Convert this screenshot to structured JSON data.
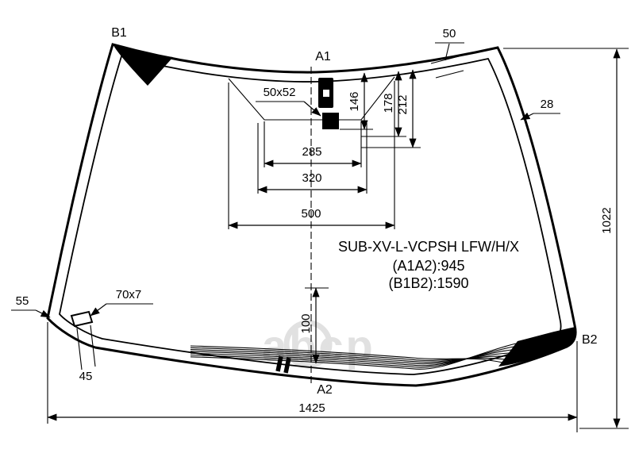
{
  "diagram": {
    "labels": {
      "b1": "B1",
      "a1": "A1",
      "a2": "A2",
      "b2": "B2"
    },
    "dimensions": {
      "band_top_right": "50",
      "band_right": "28",
      "height_overall": "1022",
      "width_overall": "1425",
      "sensor_size": "50x52",
      "depth_146": "146",
      "depth_178": "178",
      "depth_212": "212",
      "width_285": "285",
      "width_320": "320",
      "width_500": "500",
      "bottom_offset": "100",
      "edge_left": "55",
      "tab_size": "70x7",
      "tab_offset": "45"
    },
    "part_info": {
      "code": "SUB-XV-L-VCPSH LFW/H/X",
      "dim_a": "(A1A2):945",
      "dim_b": "(B1B2):1590"
    },
    "watermark": "abcp",
    "colors": {
      "line": "#000000",
      "watermark": "#c9c9c9",
      "background": "#ffffff"
    }
  }
}
